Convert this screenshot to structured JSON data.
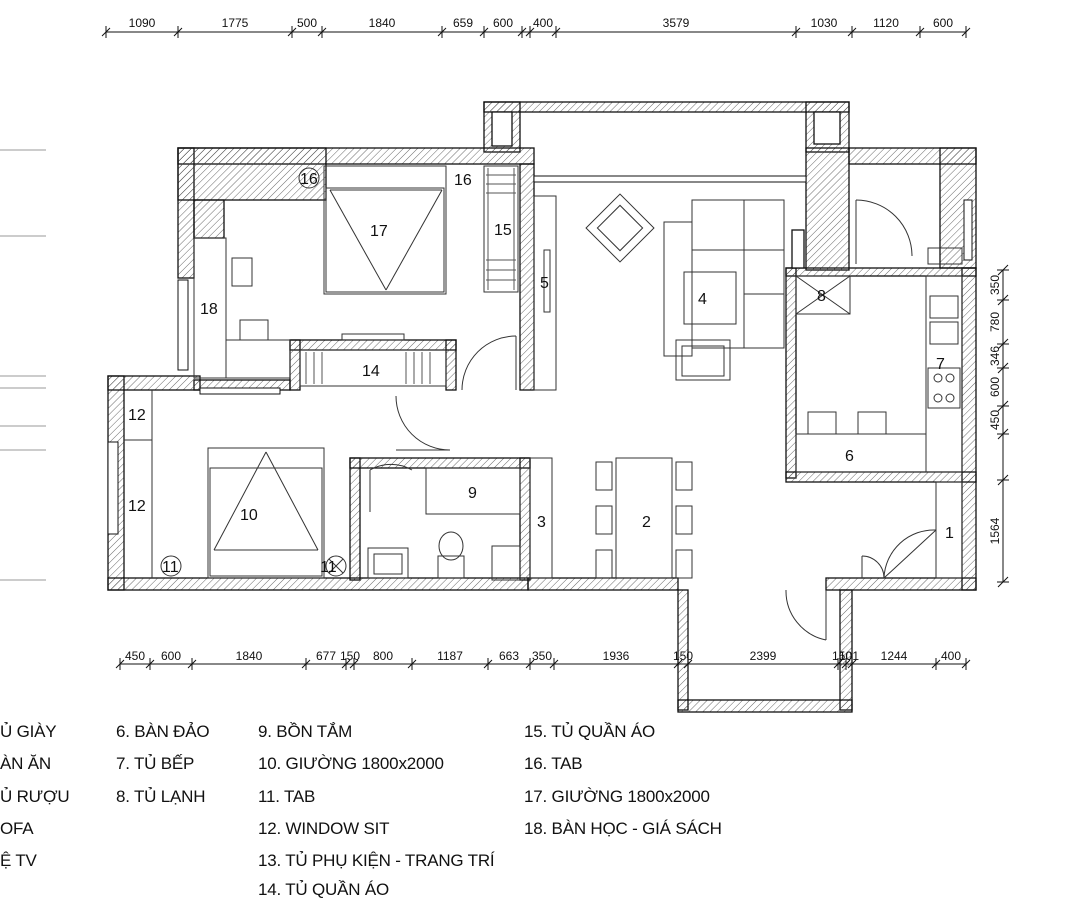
{
  "dims_top": [
    "1090",
    "1775",
    "500",
    "1840",
    "659",
    "600",
    "400",
    "3579",
    "1030",
    "1120",
    "600"
  ],
  "dims_bottom": [
    "450",
    "600",
    "1840",
    "677",
    "150",
    "800",
    "1187",
    "663",
    "350",
    "1936",
    "150",
    "2399",
    "150",
    "101",
    "1244",
    "400"
  ],
  "dims_right": [
    "350",
    "780",
    "346",
    "600",
    "450",
    "1564"
  ],
  "room_labels": {
    "r1": "1",
    "r2": "2",
    "r3": "3",
    "r4": "4",
    "r5": "5",
    "r6": "6",
    "r7": "7",
    "r8": "8",
    "r9": "9",
    "r10": "10",
    "r11a": "11",
    "r11b": "11",
    "r12a": "12",
    "r12b": "12",
    "r14": "14",
    "r15": "15",
    "r16a": "16",
    "r16b": "16",
    "r17": "17",
    "r18": "18"
  },
  "legend": {
    "c1": [
      "Ủ GIÀY",
      "ÀN ĂN",
      "Ủ RƯỢU",
      "OFA",
      "Ệ TV"
    ],
    "c2": [
      "6. BÀN ĐẢO",
      "7. TỦ BẾP",
      "8. TỦ LẠNH"
    ],
    "c3": [
      "9. BỒN TẮM",
      "10. GIƯỜNG 1800x2000",
      "11. TAB",
      "12. WINDOW SIT",
      "13. TỦ PHỤ KIỆN - TRANG TRÍ",
      "14. TỦ QUẦN ÁO"
    ],
    "c4": [
      "15. TỦ QUẦN ÁO",
      "16. TAB",
      "17. GIƯỜNG 1800x2000",
      "18. BÀN HỌC - GIÁ SÁCH"
    ]
  }
}
